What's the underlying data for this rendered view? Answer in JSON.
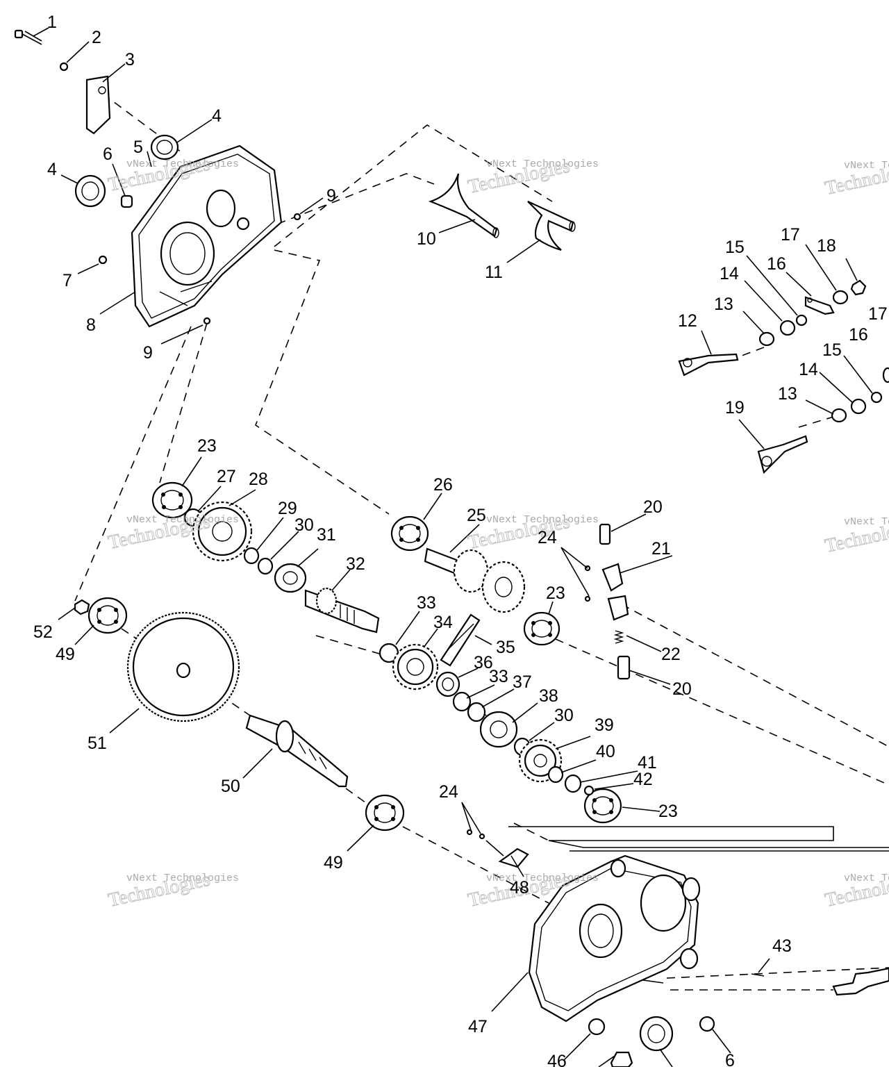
{
  "watermark": {
    "line1": "vNext Technologies",
    "line2": "Technologies"
  },
  "callouts": [
    {
      "id": "c1",
      "text": "1"
    },
    {
      "id": "c2",
      "text": "2"
    },
    {
      "id": "c3",
      "text": "3"
    },
    {
      "id": "c4a",
      "text": "4"
    },
    {
      "id": "c4b",
      "text": "4"
    },
    {
      "id": "c5",
      "text": "5"
    },
    {
      "id": "c6a",
      "text": "6"
    },
    {
      "id": "c6b",
      "text": "6"
    },
    {
      "id": "c7",
      "text": "7"
    },
    {
      "id": "c8",
      "text": "8"
    },
    {
      "id": "c9a",
      "text": "9"
    },
    {
      "id": "c9b",
      "text": "9"
    },
    {
      "id": "c10",
      "text": "10"
    },
    {
      "id": "c11",
      "text": "11"
    },
    {
      "id": "c12",
      "text": "12"
    },
    {
      "id": "c13a",
      "text": "13"
    },
    {
      "id": "c13b",
      "text": "13"
    },
    {
      "id": "c14a",
      "text": "14"
    },
    {
      "id": "c14b",
      "text": "14"
    },
    {
      "id": "c15a",
      "text": "15"
    },
    {
      "id": "c15b",
      "text": "15"
    },
    {
      "id": "c16a",
      "text": "16"
    },
    {
      "id": "c16b",
      "text": "16"
    },
    {
      "id": "c17a",
      "text": "17"
    },
    {
      "id": "c17b",
      "text": "17"
    },
    {
      "id": "c18",
      "text": "18"
    },
    {
      "id": "c19",
      "text": "19"
    },
    {
      "id": "c20a",
      "text": "20"
    },
    {
      "id": "c20b",
      "text": "20"
    },
    {
      "id": "c21",
      "text": "21"
    },
    {
      "id": "c22",
      "text": "22"
    },
    {
      "id": "c23a",
      "text": "23"
    },
    {
      "id": "c23b",
      "text": "23"
    },
    {
      "id": "c23c",
      "text": "23"
    },
    {
      "id": "c24a",
      "text": "24"
    },
    {
      "id": "c24b",
      "text": "24"
    },
    {
      "id": "c25",
      "text": "25"
    },
    {
      "id": "c26",
      "text": "26"
    },
    {
      "id": "c27",
      "text": "27"
    },
    {
      "id": "c28",
      "text": "28"
    },
    {
      "id": "c29",
      "text": "29"
    },
    {
      "id": "c30a",
      "text": "30"
    },
    {
      "id": "c30b",
      "text": "30"
    },
    {
      "id": "c31",
      "text": "31"
    },
    {
      "id": "c32",
      "text": "32"
    },
    {
      "id": "c33a",
      "text": "33"
    },
    {
      "id": "c33b",
      "text": "33"
    },
    {
      "id": "c34",
      "text": "34"
    },
    {
      "id": "c35",
      "text": "35"
    },
    {
      "id": "c36",
      "text": "36"
    },
    {
      "id": "c37",
      "text": "37"
    },
    {
      "id": "c38",
      "text": "38"
    },
    {
      "id": "c39",
      "text": "39"
    },
    {
      "id": "c40",
      "text": "40"
    },
    {
      "id": "c41",
      "text": "41"
    },
    {
      "id": "c42",
      "text": "42"
    },
    {
      "id": "c43",
      "text": "43"
    },
    {
      "id": "c46",
      "text": "46"
    },
    {
      "id": "c47",
      "text": "47"
    },
    {
      "id": "c48",
      "text": "48"
    },
    {
      "id": "c49a",
      "text": "49"
    },
    {
      "id": "c49b",
      "text": "49"
    },
    {
      "id": "c50",
      "text": "50"
    },
    {
      "id": "c51",
      "text": "51"
    },
    {
      "id": "c52",
      "text": "52"
    }
  ]
}
